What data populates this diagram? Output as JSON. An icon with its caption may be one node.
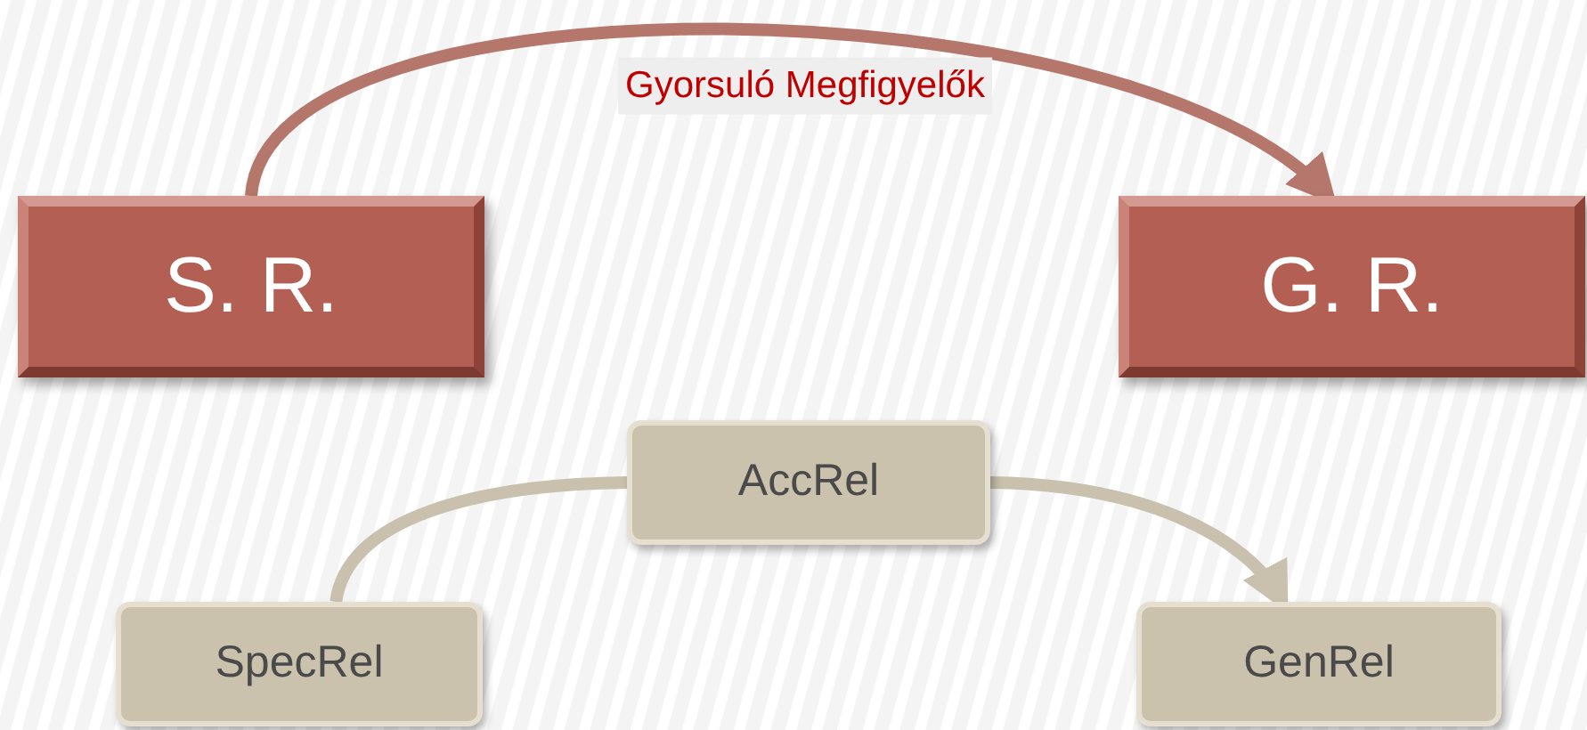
{
  "diagram": {
    "nodes": [
      {
        "text": [
          "S. R."
        ]
      },
      {
        "text": [
          "G. R."
        ]
      },
      {
        "text": [
          "AccRel"
        ]
      },
      {
        "text": [
          "SpecRel"
        ]
      },
      {
        "text": [
          "GenRel"
        ]
      }
    ],
    "edges": [
      {
        "from": 0,
        "to": 1,
        "arrow": "to",
        "label": "Gyorsuló Megfigyelők",
        "color": "#b5766c"
      },
      {
        "from": 3,
        "to": 2,
        "arrow": "none"
      },
      {
        "from": 2,
        "to": 4,
        "arrow": "to"
      }
    ]
  }
}
